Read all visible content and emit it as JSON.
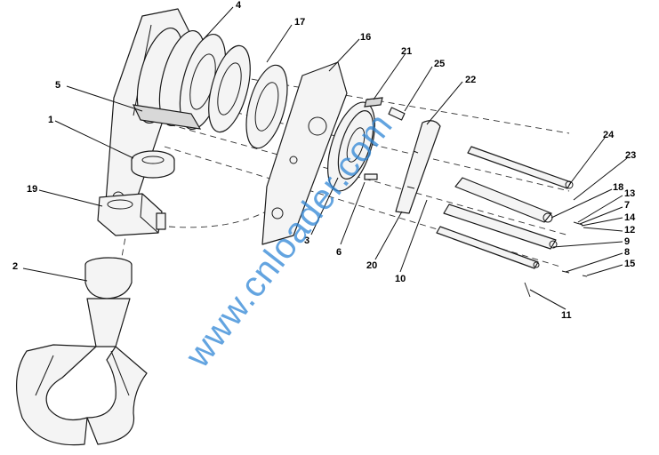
{
  "diagram": {
    "callouts": [
      {
        "id": "c4",
        "label": "4"
      },
      {
        "id": "c17",
        "label": "17"
      },
      {
        "id": "c16",
        "label": "16"
      },
      {
        "id": "c21",
        "label": "21"
      },
      {
        "id": "c25",
        "label": "25"
      },
      {
        "id": "c22",
        "label": "22"
      },
      {
        "id": "c5",
        "label": "5"
      },
      {
        "id": "c1",
        "label": "1"
      },
      {
        "id": "c19",
        "label": "19"
      },
      {
        "id": "c2",
        "label": "2"
      },
      {
        "id": "c24",
        "label": "24"
      },
      {
        "id": "c23",
        "label": "23"
      },
      {
        "id": "c18",
        "label": "18"
      },
      {
        "id": "c13",
        "label": "13"
      },
      {
        "id": "c7",
        "label": "7"
      },
      {
        "id": "c14",
        "label": "14"
      },
      {
        "id": "c12",
        "label": "12"
      },
      {
        "id": "c9",
        "label": "9"
      },
      {
        "id": "c8",
        "label": "8"
      },
      {
        "id": "c15",
        "label": "15"
      },
      {
        "id": "c3",
        "label": "3"
      },
      {
        "id": "c6",
        "label": "6"
      },
      {
        "id": "c20",
        "label": "20"
      },
      {
        "id": "c10",
        "label": "10"
      },
      {
        "id": "c11",
        "label": "11"
      }
    ],
    "watermark": "www.cnloader.com",
    "line_color": "#1a1a1a",
    "watermark_color": "#2f86d6"
  }
}
